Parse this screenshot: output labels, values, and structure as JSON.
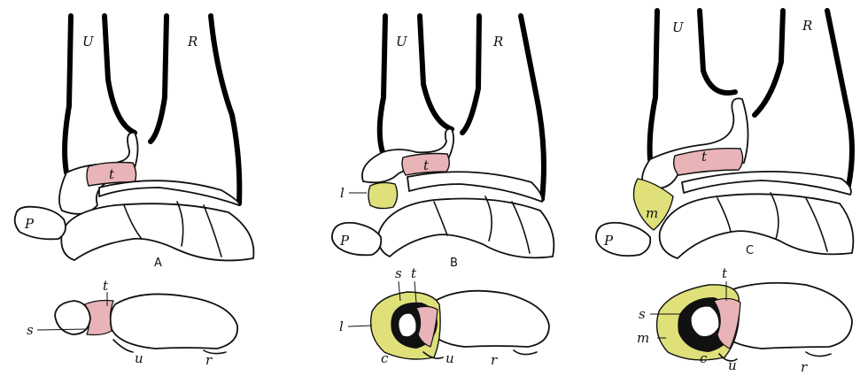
{
  "colors": {
    "disc_pink": "#e8b4b8",
    "meniscus_yellow": "#dfe07a",
    "ink": "#111111"
  },
  "panels": [
    {
      "caption": "A",
      "upper_labels": {
        "ulna": "U",
        "radius": "R",
        "disc": "t",
        "pisiform": "P"
      },
      "lower_labels": {
        "t": "t",
        "s": "s",
        "u": "u",
        "r": "r"
      }
    },
    {
      "caption": "B",
      "upper_labels": {
        "ulna": "U",
        "radius": "R",
        "disc": "t",
        "lunula": "l",
        "pisiform": "P"
      },
      "lower_labels": {
        "s": "s",
        "t": "t",
        "l": "l",
        "c": "c",
        "u": "u",
        "r": "r"
      }
    },
    {
      "caption": "C",
      "upper_labels": {
        "ulna": "U",
        "radius": "R",
        "disc": "t",
        "meniscus": "m",
        "pisiform": "P"
      },
      "lower_labels": {
        "t": "t",
        "s": "s",
        "m": "m",
        "c": "c",
        "u": "u",
        "r": "r"
      }
    }
  ]
}
